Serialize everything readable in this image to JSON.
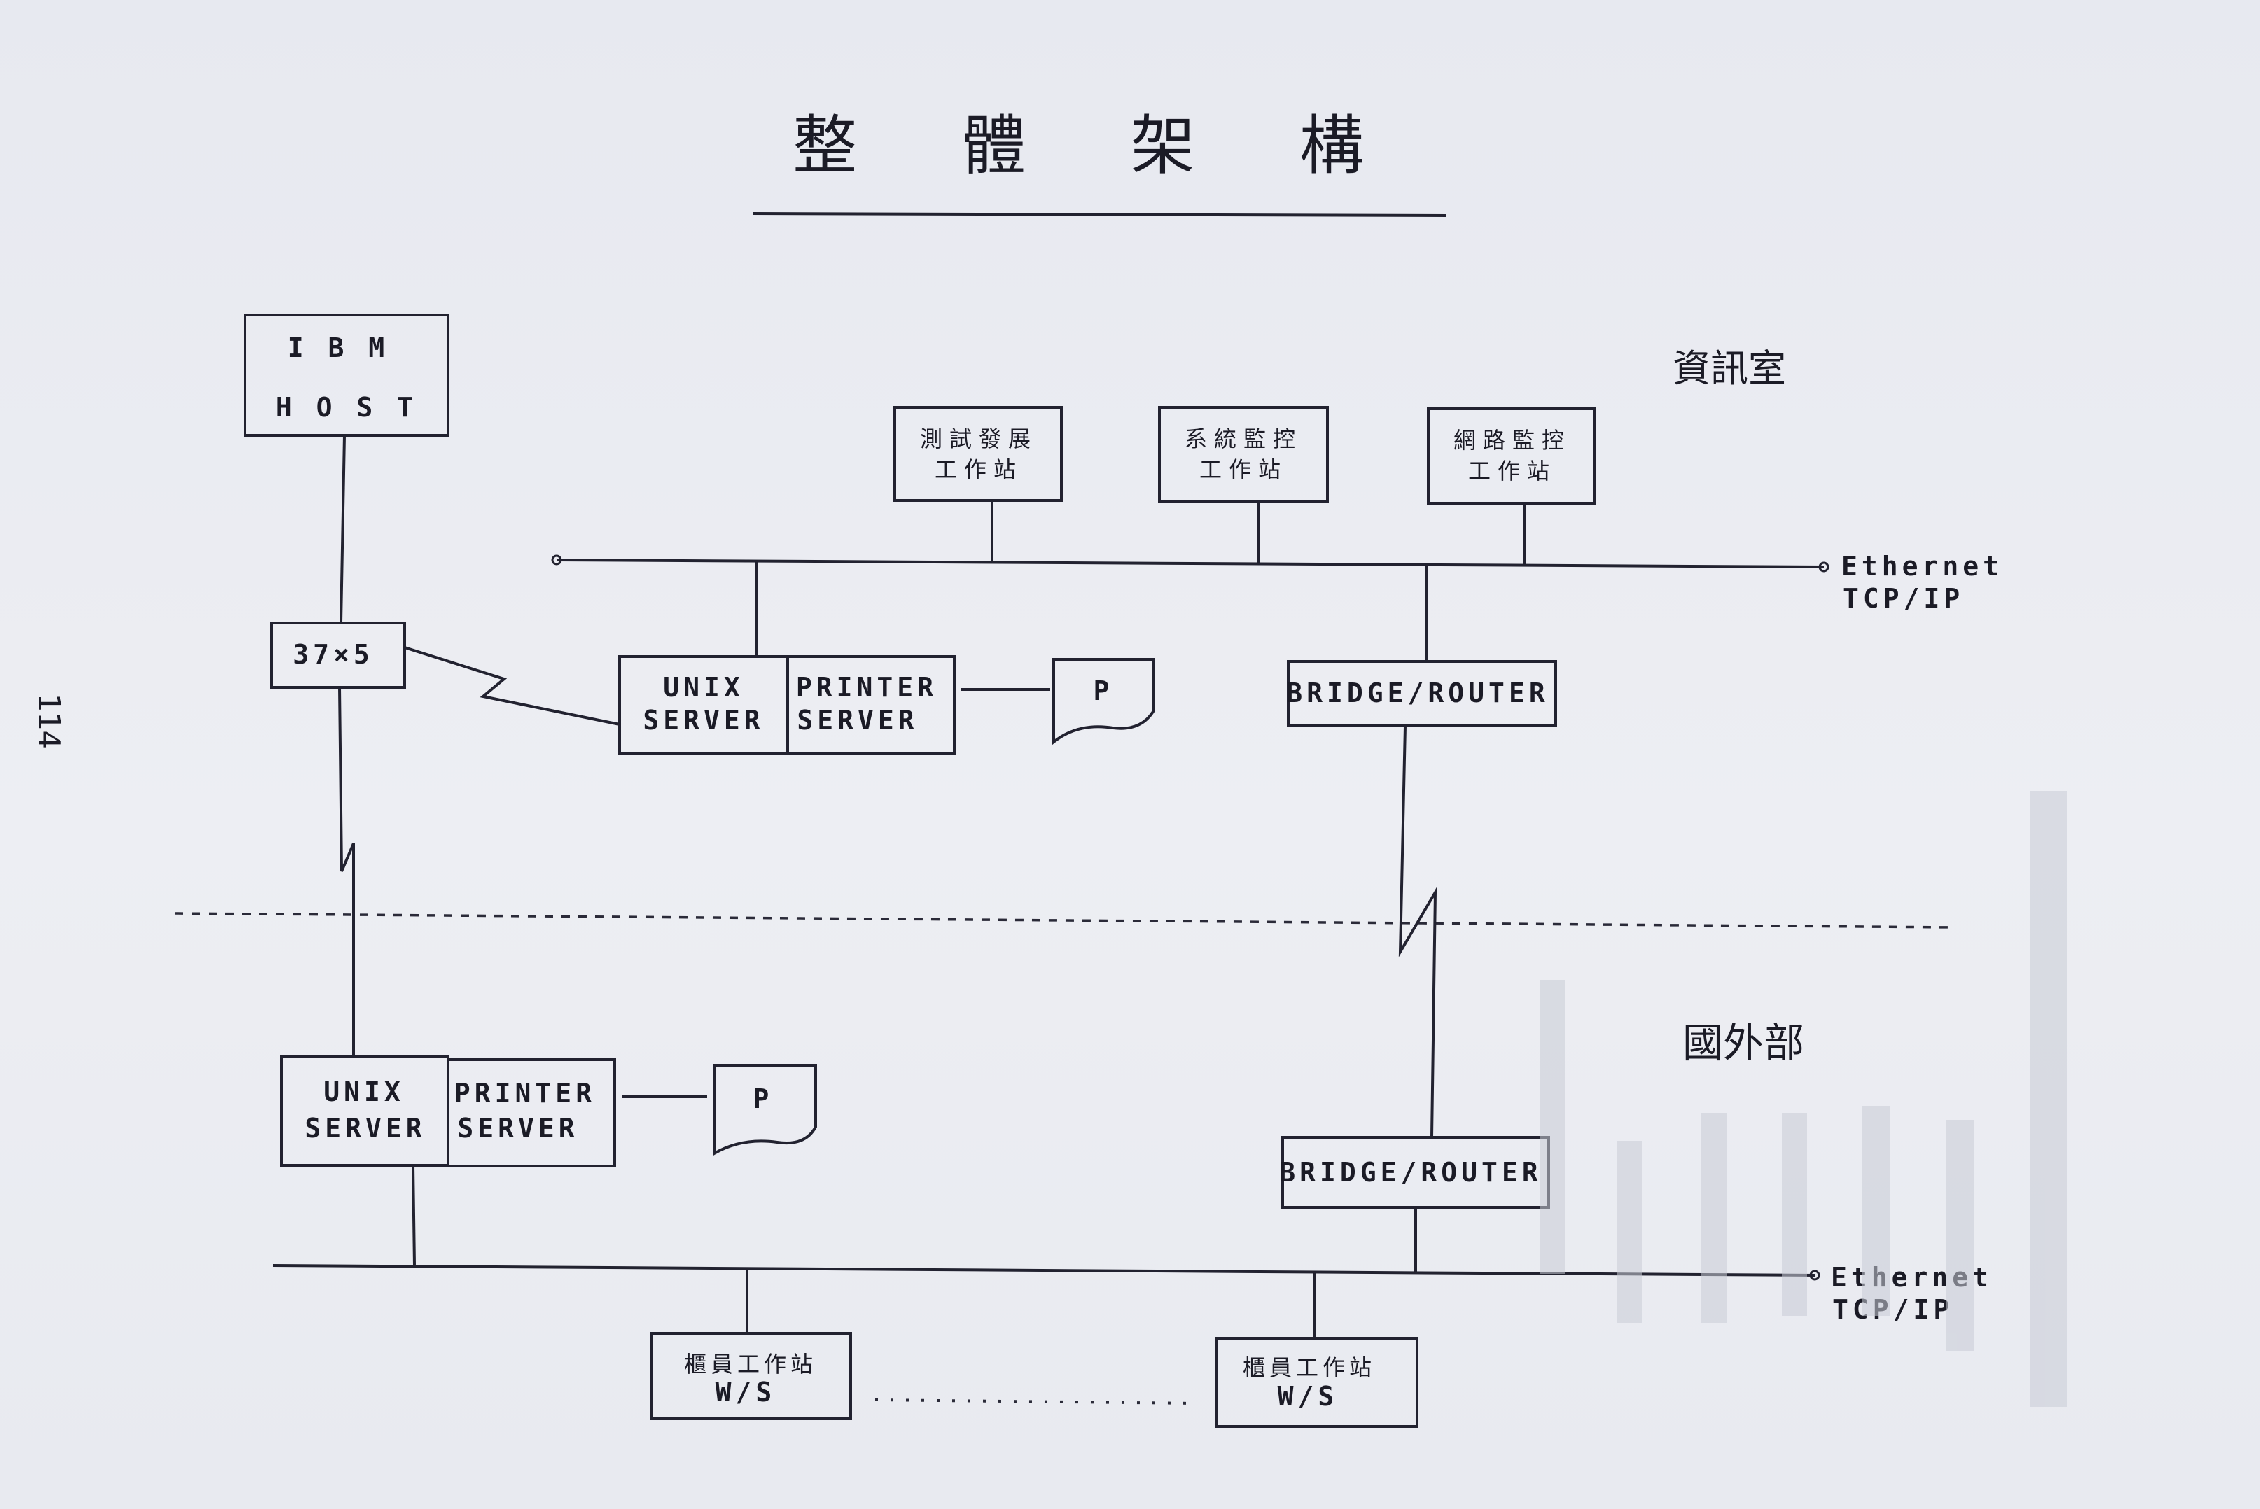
{
  "page_number": "114",
  "title": "整 體 架 構",
  "zones": {
    "upper": "資訊室",
    "lower": "國外部"
  },
  "nodes": {
    "ibm_host": [
      "I B M",
      "H O S T"
    ],
    "controller": "37×5",
    "test_ws": [
      "測試發展",
      "工作站"
    ],
    "sysmon_ws": [
      "系統監控",
      "工作站"
    ],
    "netmon_ws": [
      "網路監控",
      "工作站"
    ],
    "unix_server": [
      "UNIX",
      "SERVER"
    ],
    "printer_server": [
      "PRINTER",
      "SERVER"
    ],
    "printer": "P",
    "bridge_router": "BRIDGE/ROUTER",
    "staff_ws": [
      "櫃員工作站",
      "W/S"
    ]
  },
  "networks": {
    "ethernet": "Ethernet",
    "protocol": "TCP/IP"
  }
}
